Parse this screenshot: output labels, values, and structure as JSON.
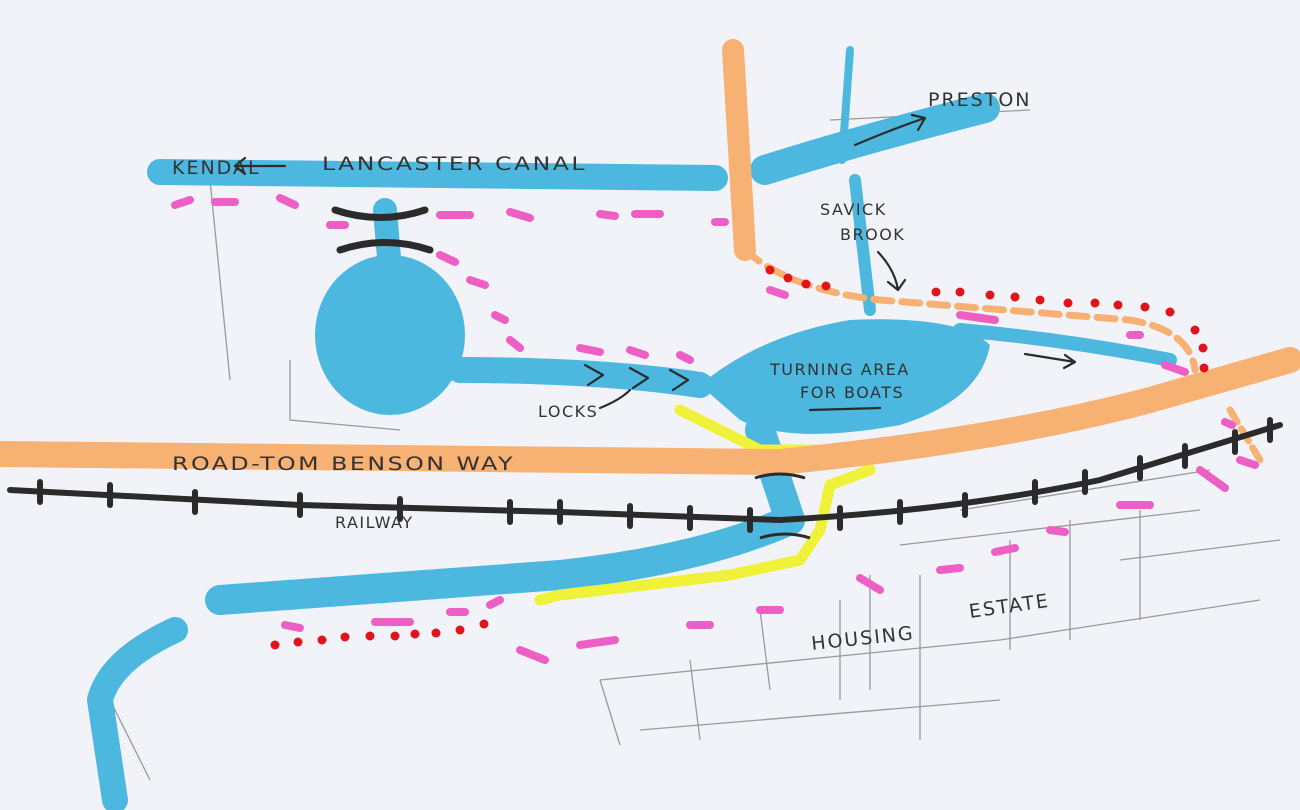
{
  "colors": {
    "paper": "#f2f3f8",
    "water": "#4cb8e0",
    "road": "#f7b173",
    "railway": "#2b2b2b",
    "pink_route": "#ee5fc6",
    "red_route": "#e0141b",
    "yellow_route": "#f0f23a",
    "pencil": "#9a9a9a",
    "ink": "#333333"
  },
  "labels": {
    "kendal": "KENDAL",
    "canal": "LANCASTER CANAL",
    "preston": "PRESTON",
    "savick": "SAVICK",
    "brook": "BROOK",
    "turning_line1": "TURNING AREA",
    "turning_line2": "FOR BOATS",
    "locks": "LOCKS",
    "road": "ROAD-TOM BENSON WAY",
    "railway": "RAILWAY",
    "housing": "HOUSING",
    "estate": "ESTATE"
  },
  "icons": {
    "canal_arrow_left": "arrow-left-icon",
    "canal_arrow_right": "arrow-right-icon",
    "brook_arrow_down": "arrow-down-icon",
    "lock_chevrons": "chevron-right-icon",
    "bridge": "bridge-icon"
  }
}
